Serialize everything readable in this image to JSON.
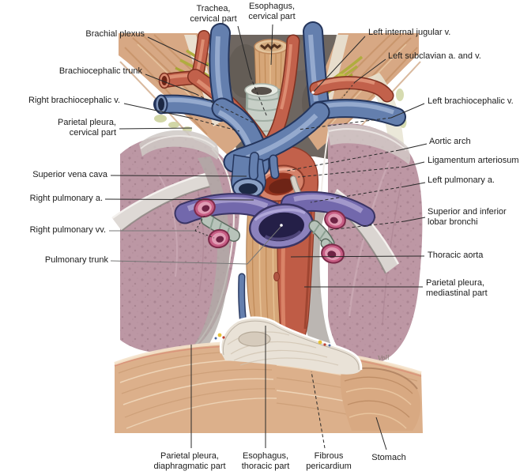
{
  "figure": {
    "signature": "Voll",
    "colors": {
      "artery": "#c2614b",
      "vein": "#647fae",
      "pulmonary_artery": "#7268ac",
      "pulmonary_vein_cut": "#c75d84",
      "trachea": "#c7cfc7",
      "esophagus": "#d6a678",
      "lung": "#bc97a4",
      "pleura": "#d8d3cf",
      "diaphragm": "#dcb08b",
      "pericardium": "#e9e2d7",
      "nerve": "#b0ad3f",
      "label_text": "#1b1b1b"
    }
  },
  "labels": {
    "top": [
      {
        "lines": [
          "Trachea,",
          "cervical part"
        ]
      },
      {
        "lines": [
          "Esophagus,",
          "cervical part"
        ]
      }
    ],
    "left": [
      {
        "lines": [
          "Brachial plexus"
        ]
      },
      {
        "lines": [
          "Brachiocephalic trunk"
        ]
      },
      {
        "lines": [
          "Right brachiocephalic v."
        ]
      },
      {
        "lines": [
          "Parietal pleura,",
          "cervical part"
        ]
      },
      {
        "lines": [
          "Superior vena cava"
        ]
      },
      {
        "lines": [
          "Right pulmonary a."
        ]
      },
      {
        "lines": [
          "Right pulmonary vv."
        ]
      },
      {
        "lines": [
          "Pulmonary trunk"
        ]
      }
    ],
    "right": [
      {
        "lines": [
          "Left internal jugular v."
        ]
      },
      {
        "lines": [
          "Left subclavian a. and v."
        ]
      },
      {
        "lines": [
          "Left brachiocephalic v."
        ]
      },
      {
        "lines": [
          "Aortic arch"
        ]
      },
      {
        "lines": [
          "Ligamentum arteriosum"
        ]
      },
      {
        "lines": [
          "Left pulmonary a."
        ]
      },
      {
        "lines": [
          "Superior and inferior",
          "lobar bronchi"
        ]
      },
      {
        "lines": [
          "Thoracic aorta"
        ]
      },
      {
        "lines": [
          "Parietal pleura,",
          "mediastinal part"
        ]
      }
    ],
    "bottom": [
      {
        "lines": [
          "Parietal pleura,",
          "diaphragmatic part"
        ]
      },
      {
        "lines": [
          "Esophagus,",
          "thoracic part"
        ]
      },
      {
        "lines": [
          "Fibrous",
          "pericardium"
        ]
      },
      {
        "lines": [
          "Stomach"
        ]
      }
    ]
  }
}
